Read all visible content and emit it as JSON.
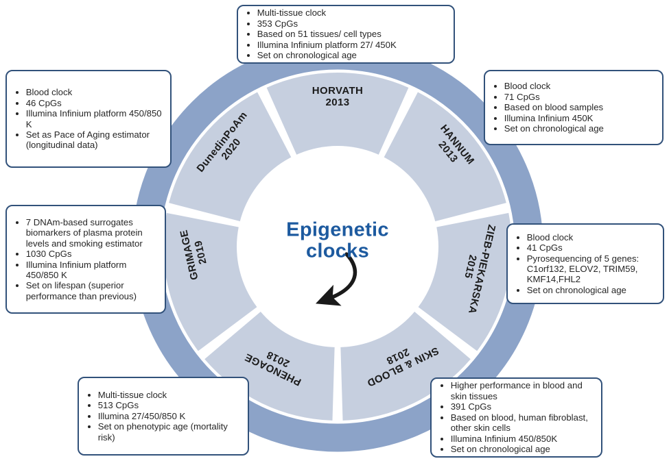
{
  "diagram": {
    "title_line1": "Epigenetic",
    "title_line2": "clocks"
  },
  "colors": {
    "outer_ring": "#8ca3c8",
    "segment_fill": "#c6cfdf",
    "box_border": "#31517a",
    "title_text": "#1d5a9f",
    "segment_text": "#1b1b1b",
    "arrow": "#1a1a1a"
  },
  "segments": [
    {
      "name": "HORVATH",
      "year": "2013"
    },
    {
      "name": "HANNUM",
      "year": "2013"
    },
    {
      "name": "ZIEB-PIEKARSKA",
      "year": "2015"
    },
    {
      "name": "SKIN & BLOOD",
      "year": "2018"
    },
    {
      "name": "PHENOAGE",
      "year": "2018"
    },
    {
      "name": "GRIMAGE",
      "year": "2019"
    },
    {
      "name": "DunedinPoAm",
      "year": "2020"
    }
  ],
  "boxes": {
    "horvath": {
      "items": [
        "Multi-tissue clock",
        "353 CpGs",
        "Based on 51 tissues/ cell types",
        "Illumina Infinium platform 27/ 450K",
        "Set on chronological age"
      ]
    },
    "hannum": {
      "items": [
        "Blood clock",
        "71 CpGs",
        "Based on blood samples",
        "Illumina Infinium 450K",
        "Set on chronological age"
      ]
    },
    "zieb_piekarska": {
      "items": [
        "Blood clock",
        "41 CpGs",
        "Pyrosequencing of 5 genes: C1orf132, ELOV2, TRIM59, KMF14,FHL2",
        "Set on chronological age"
      ]
    },
    "skin_blood": {
      "items": [
        "Higher performance in blood and skin tissues",
        "391 CpGs",
        "Based on blood, human fibroblast, other skin cells",
        "Illumina Infinium 450/850K",
        "Set on chronological age"
      ]
    },
    "phenoage": {
      "items": [
        "Multi-tissue clock",
        "513 CpGs",
        "Illumina 27/450/850 K",
        "Set on phenotypic age (mortality risk)"
      ]
    },
    "grimage": {
      "items": [
        "7 DNAm-based surrogates biomarkers of plasma protein levels and smoking estimator",
        "1030 CpGs",
        "Illumina Infinium platform 450/850 K",
        "Set on lifespan (superior performance than previous)"
      ]
    },
    "dunedinpoam": {
      "items": [
        "Blood clock",
        "46 CpGs",
        "Illumina Infinium platform 450/850 K",
        "Set as Pace of Aging estimator (longitudinal data)"
      ]
    }
  }
}
